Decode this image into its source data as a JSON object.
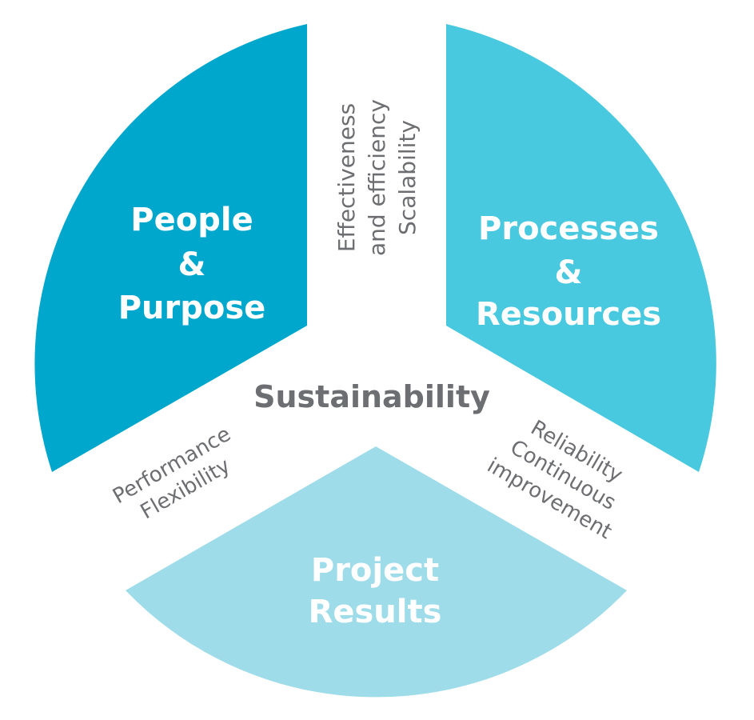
{
  "colors": {
    "people": "#00a7cc",
    "processes": "#49c9df",
    "results": "#9fdcea",
    "gap_text": "#6d6e71",
    "sector_text": "#ffffff"
  },
  "sectors": {
    "people": {
      "line1": "People",
      "line2": "&",
      "line3": "Purpose"
    },
    "processes": {
      "line1": "Processes",
      "line2": "&",
      "line3": "Resources"
    },
    "results": {
      "line1": "Project",
      "line2": "Results"
    }
  },
  "gaps": {
    "top": {
      "line1": "Effectiveness",
      "line2": "and efficiency",
      "line3": "Scalability"
    },
    "left": {
      "line1": "Performance",
      "line2": "Flexibility"
    },
    "right": {
      "line1": "Reliability",
      "line2": "Continuous",
      "line3": "improvement"
    }
  },
  "center": {
    "label": "Sustainability"
  }
}
